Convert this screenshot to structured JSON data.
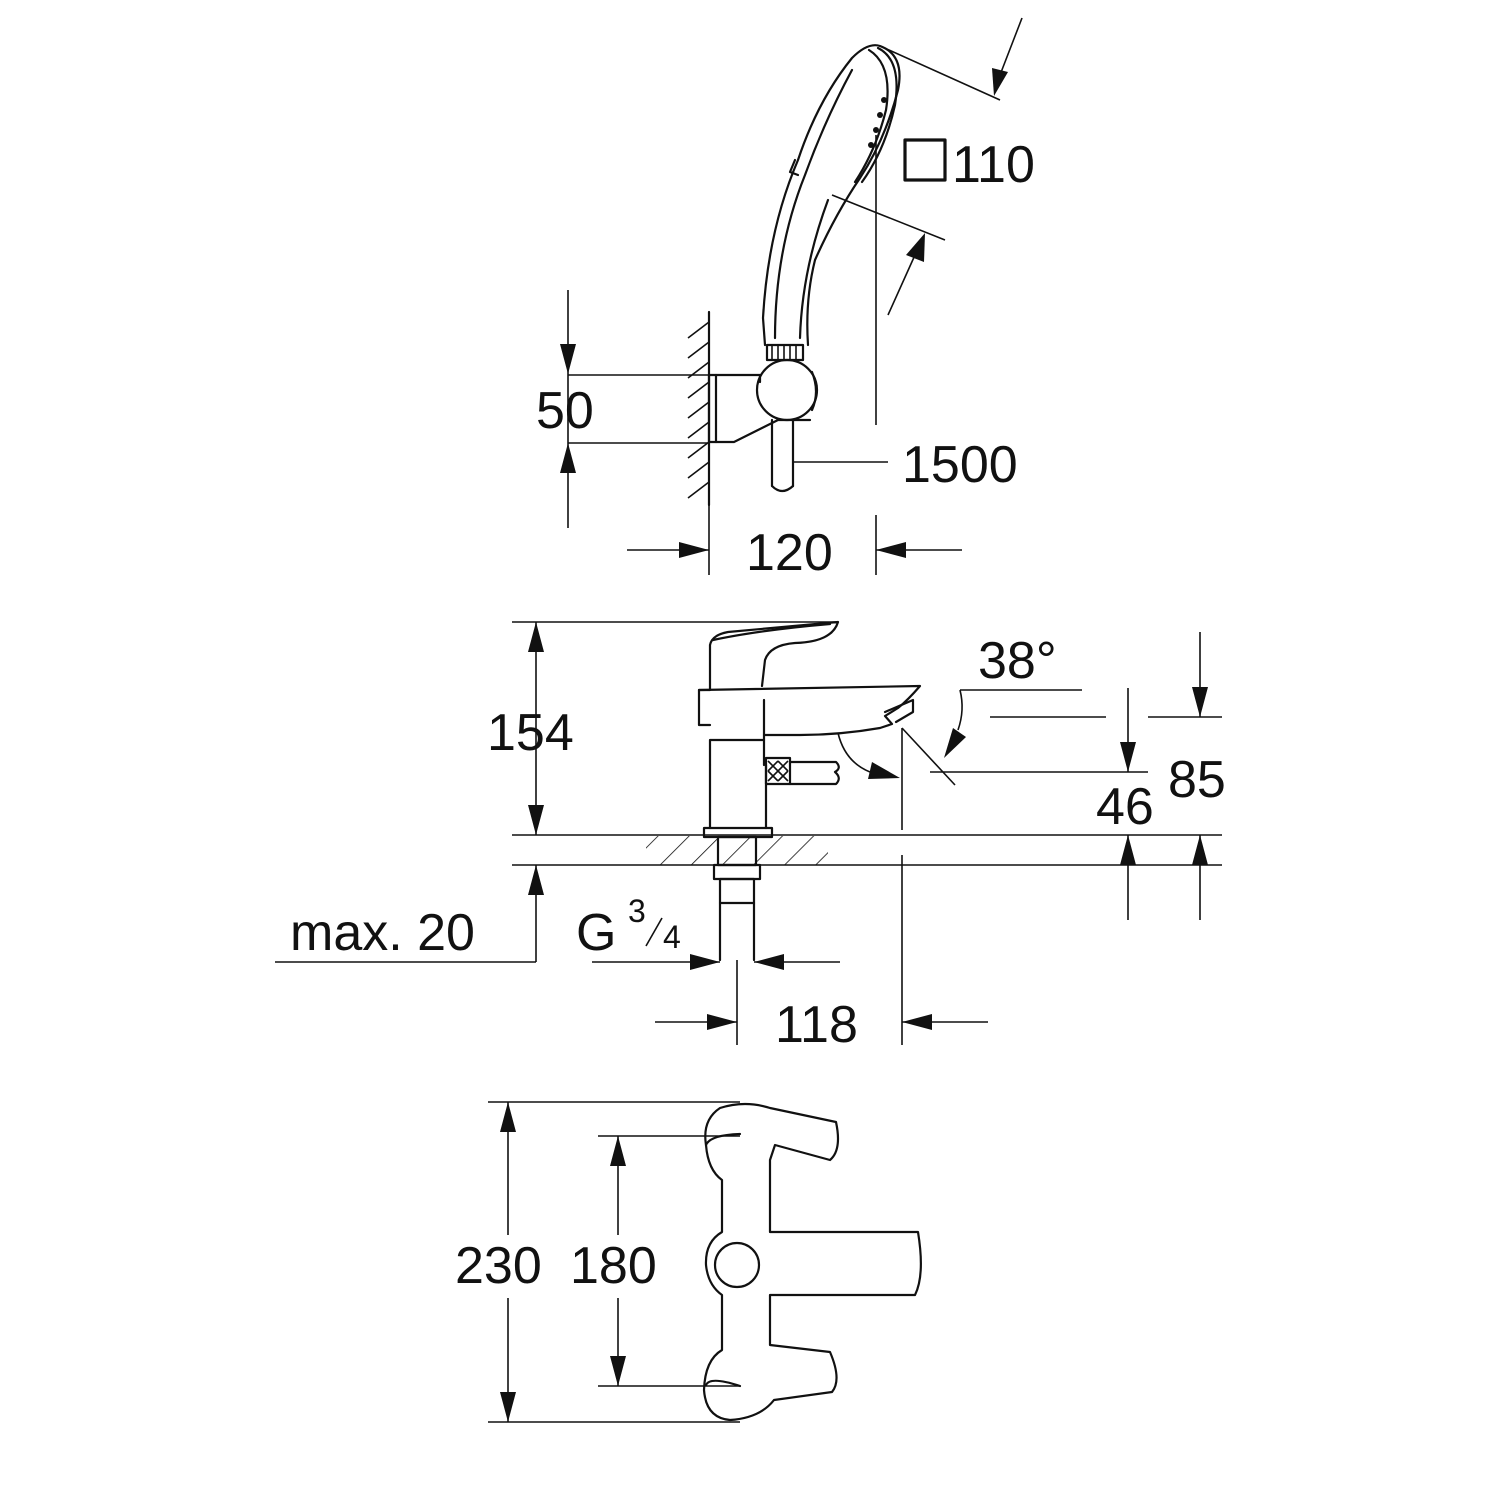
{
  "diagram": {
    "colors": {
      "line": "#111111",
      "background": "#ffffff"
    },
    "shower_view": {
      "head_size_symbol": "square-outline",
      "head_size": "110",
      "holder_height": "50",
      "hose_length": "1500",
      "wall_projection": "120"
    },
    "side_view": {
      "height_total": "154",
      "spout_angle": "38°",
      "spout_outlet_height": "46",
      "spout_top_height": "85",
      "max_deck_thickness": "max. 20",
      "thread_letter": "G",
      "thread_num": "3",
      "thread_den": "4",
      "spout_reach": "118"
    },
    "top_view": {
      "overall_width": "230",
      "centre_distance": "180"
    }
  }
}
